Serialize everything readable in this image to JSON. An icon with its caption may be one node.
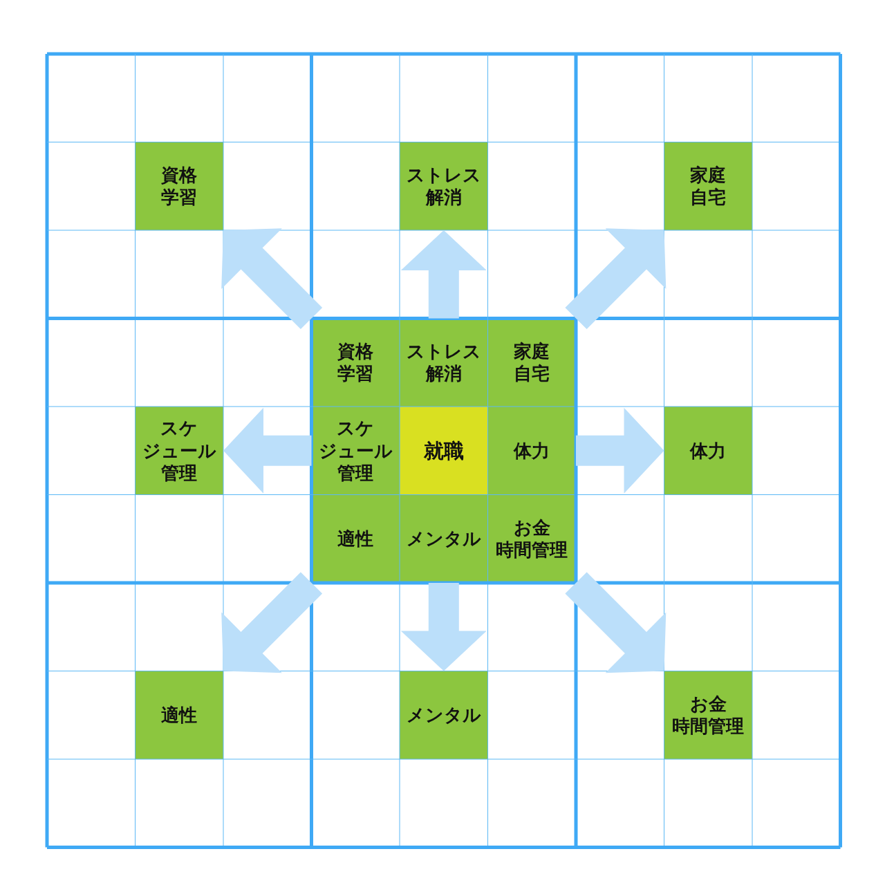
{
  "diagram": {
    "nodes": [
      {
        "text": [
          "資格学習"
        ]
      },
      {
        "text": [
          "ストレス解消"
        ]
      },
      {
        "text": [
          "家庭自宅"
        ]
      },
      {
        "text": [
          "資格学習"
        ]
      },
      {
        "text": [
          "ストレス解消"
        ]
      },
      {
        "text": [
          "家庭自宅"
        ]
      },
      {
        "text": [
          "スケジュール管理"
        ]
      },
      {
        "text": [
          "スケジュール管理"
        ]
      },
      {
        "text": [
          "就職"
        ]
      },
      {
        "text": [
          "体力"
        ]
      },
      {
        "text": [
          "体力"
        ]
      },
      {
        "text": [
          "適性"
        ]
      },
      {
        "text": [
          "メンタル"
        ]
      },
      {
        "text": [
          "お金時間管理"
        ]
      },
      {
        "text": [
          "適性"
        ]
      },
      {
        "text": [
          "メンタル"
        ]
      },
      {
        "text": [
          "お金時間管理"
        ]
      }
    ],
    "edges": [
      {
        "from": 3,
        "to": 0,
        "arrow": "to"
      },
      {
        "from": 4,
        "to": 1,
        "arrow": "to"
      },
      {
        "from": 5,
        "to": 2,
        "arrow": "to"
      },
      {
        "from": 7,
        "to": 6,
        "arrow": "to"
      },
      {
        "from": 9,
        "to": 10,
        "arrow": "to"
      },
      {
        "from": 11,
        "to": 14,
        "arrow": "to"
      },
      {
        "from": 12,
        "to": 15,
        "arrow": "to"
      },
      {
        "from": 13,
        "to": 16,
        "arrow": "to"
      }
    ]
  }
}
